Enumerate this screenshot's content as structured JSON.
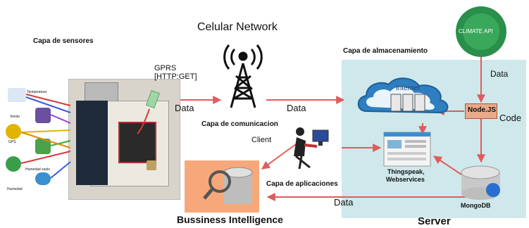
{
  "labels": {
    "capa_sensores": "Capa de sensores",
    "celular_network": "Celular Network",
    "capa_almacenamiento": "Capa de almacenamiento",
    "gprs": "GPRS",
    "http_get": "[HTTP:GET]",
    "data_left": "Data",
    "data_mid": "Data",
    "data_right": "Data",
    "data_bottom": "Data",
    "capa_comunicacion": "Capa de comunicacion",
    "client": "Client",
    "capa_aplicaciones": "Capa de aplicaciones",
    "bussiness_intelligence": "Bussiness Intelligence",
    "server": "Server",
    "code": "Code",
    "climate_api": "CLIMATE API",
    "internet": "Internet",
    "nodejs": "Node.JS",
    "thingspeak": "Thingspeak,",
    "webservices": "Webservices",
    "mongodb": "MongoDB"
  },
  "sensors": [
    {
      "name": "Temperatura"
    },
    {
      "name": "Viento"
    },
    {
      "name": "GPS"
    },
    {
      "name": "Humedad"
    },
    {
      "name": "Humedad suelo"
    }
  ],
  "colors": {
    "server_bg": "#cfe8ec",
    "arrow_red": "#e05b5b",
    "climate_green": "#2a8f4a",
    "bi_orange": "#f6a87a",
    "nodejs_bg": "#e9a98a"
  }
}
